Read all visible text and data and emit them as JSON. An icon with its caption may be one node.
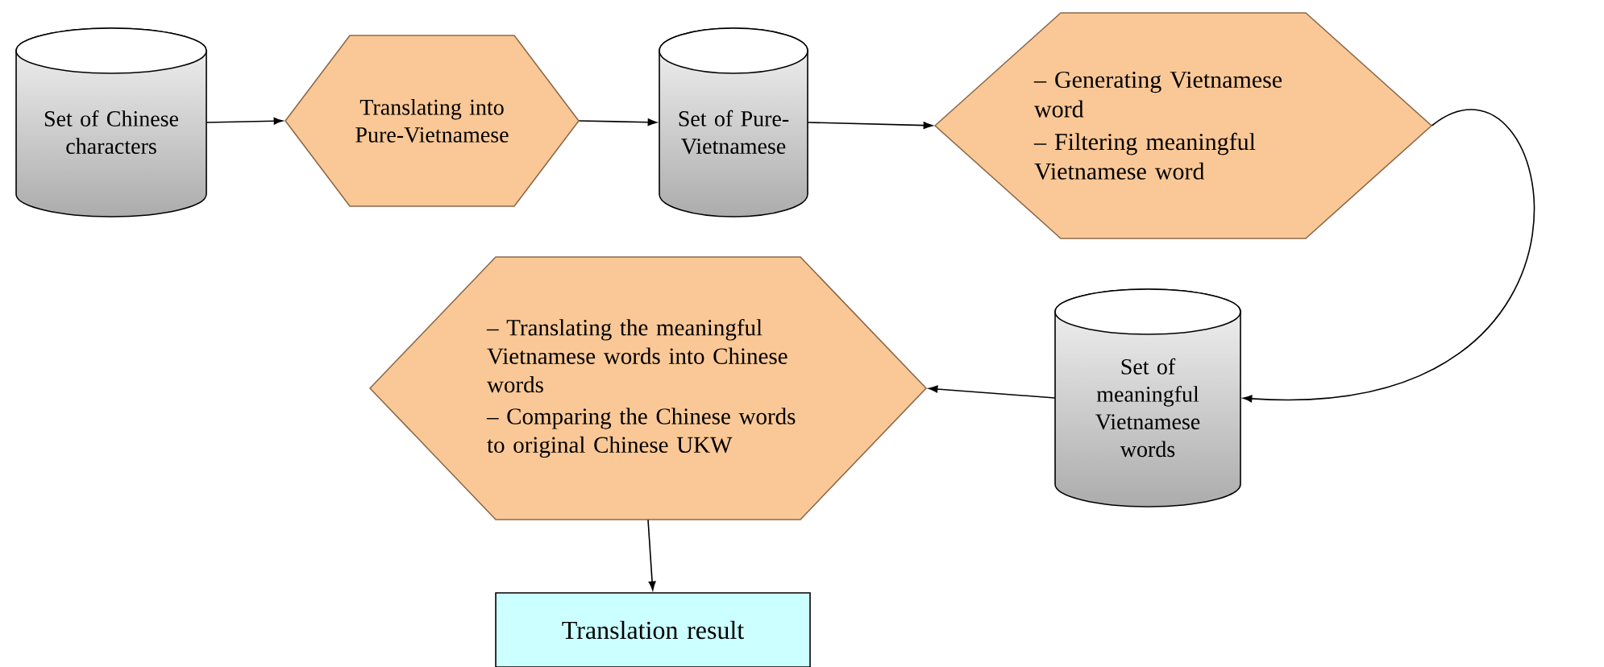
{
  "diagram": {
    "nodes": [
      {
        "text": [
          "Set of Chinese characters"
        ]
      },
      {
        "text": [
          "Translating into Pure-Vietnamese"
        ]
      },
      {
        "text": [
          "Set of Pure-Vietnamese"
        ]
      },
      {
        "text": [
          "– Generating Vietnamese word",
          "– Filtering meaningful Vietnamese word"
        ]
      },
      {
        "text": [
          "– Translating the meaningful Vietnamese words into Chinese words",
          "– Comparing the Chinese words to original Chinese UKW"
        ]
      },
      {
        "text": [
          "Set of meaningful Vietnamese words"
        ]
      },
      {
        "text": [
          "Translation result"
        ]
      }
    ],
    "edges": [
      {
        "from": 0,
        "to": 1,
        "arrow": "to"
      },
      {
        "from": 1,
        "to": 2,
        "arrow": "to"
      },
      {
        "from": 2,
        "to": 3,
        "arrow": "to"
      },
      {
        "from": 3,
        "to": 5,
        "arrow": "to"
      },
      {
        "from": 5,
        "to": 4,
        "arrow": "to"
      },
      {
        "from": 4,
        "to": 6,
        "arrow": "to"
      }
    ]
  }
}
